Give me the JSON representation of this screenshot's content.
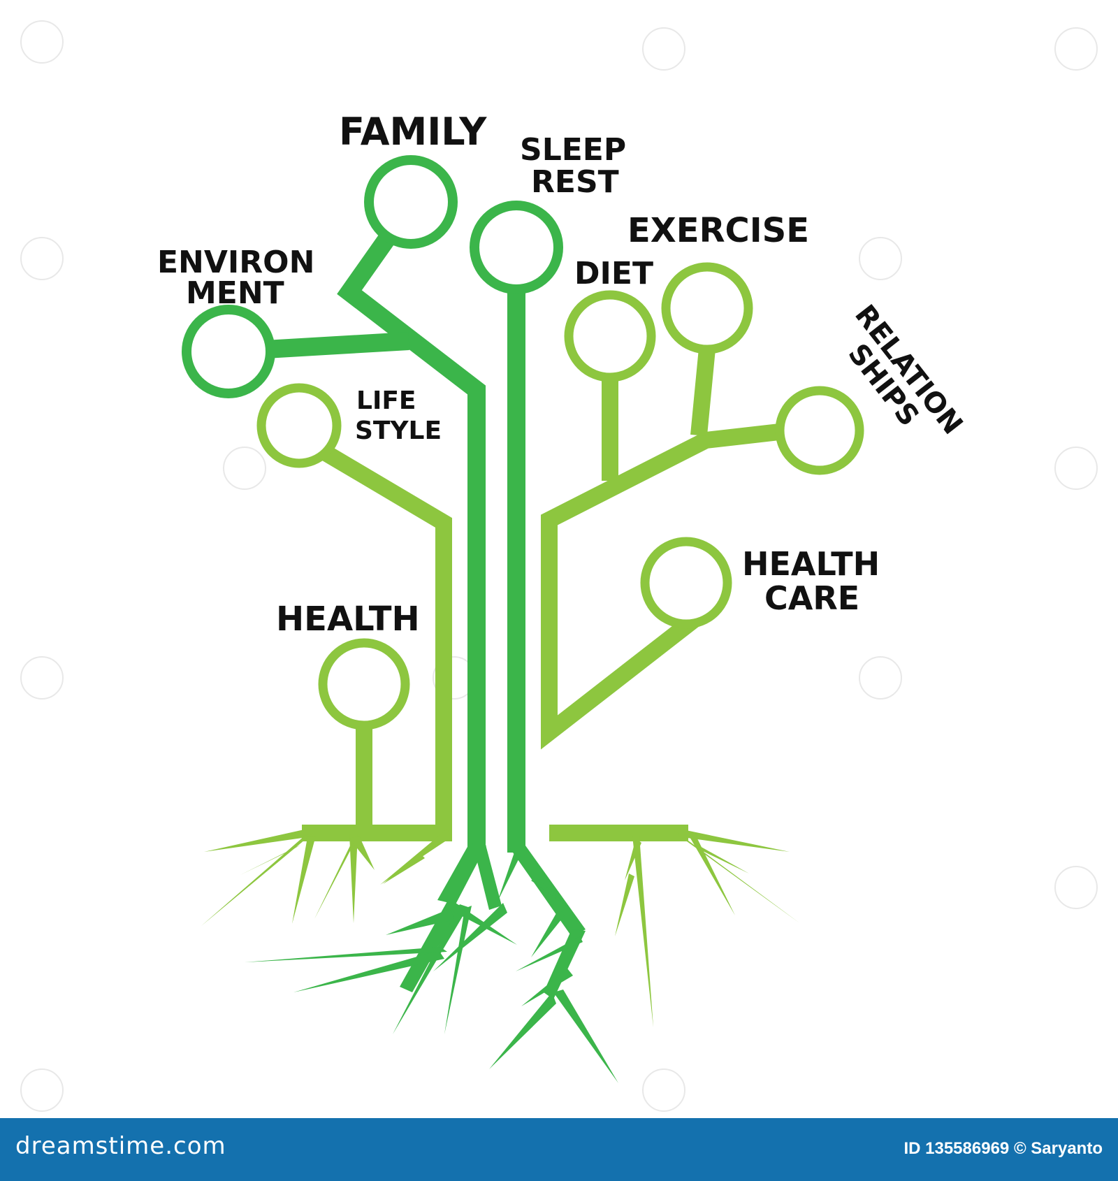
{
  "colors": {
    "dark_green": "#3bb54a",
    "light_green": "#8dc63f",
    "label_text": "#111111",
    "footer_bg": "#1471ae",
    "footer_text": "#ffffff"
  },
  "labels": {
    "family": "FAMILY",
    "sleep_rest": [
      "SLEEP",
      "REST"
    ],
    "exercise": "EXERCISE",
    "diet": "DIET",
    "environment": [
      "ENVIRON",
      "MENT"
    ],
    "lifestyle": [
      "LIFE",
      "STYLE"
    ],
    "relationships": [
      "RELATION",
      "SHIPS"
    ],
    "health_care": [
      "HEALTH",
      "CARE"
    ],
    "health": "HEALTH"
  },
  "footer": {
    "brand": "dreamstime.com",
    "id_label": "ID 135586969",
    "copyright": "© Saryanto"
  }
}
